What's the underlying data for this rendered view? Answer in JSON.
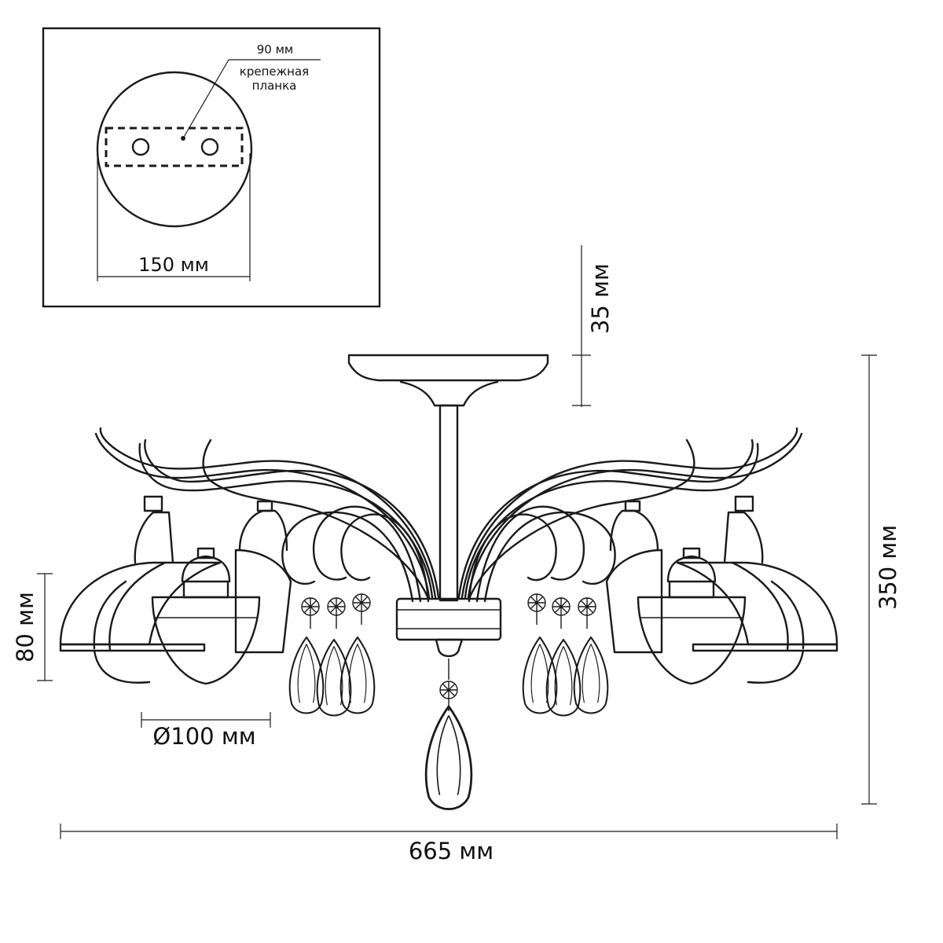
{
  "inset": {
    "width_label": "150 мм",
    "plate_width_label": "90 мм",
    "plate_label_line1": "крепежная",
    "plate_label_line2": "планка"
  },
  "dimensions": {
    "canopy_height": "35 мм",
    "total_height": "350 мм",
    "shade_height": "80 мм",
    "shade_diameter": "Ø100 мм",
    "total_width": "665 мм"
  }
}
